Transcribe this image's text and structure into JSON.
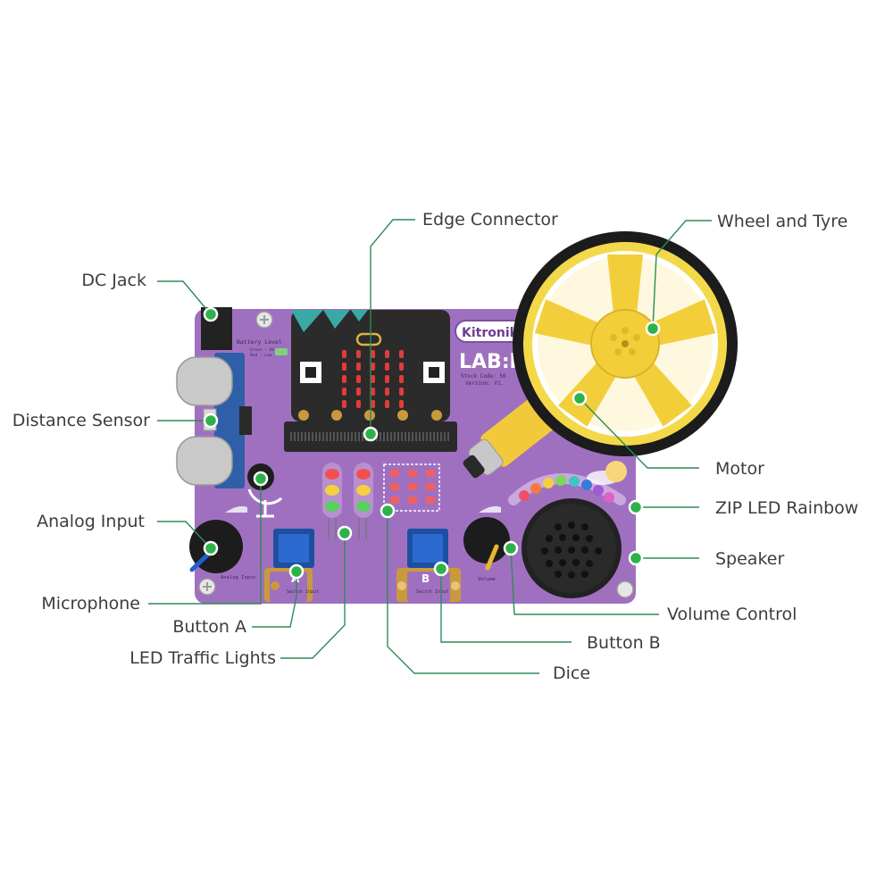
{
  "board": {
    "brand": "Kitronik",
    "name": "LAB:bit",
    "battery_level": "Battery Level",
    "battery_green": "Green : Ok",
    "battery_red": "Red : Low",
    "stock_code": "Stock Code: 56",
    "version": "Version: V1.",
    "analog_input_text": "Analog Input",
    "switch_input_text": "Switch Input",
    "volume_text": "Volume",
    "button_a_letter": "A",
    "button_b_letter": "B"
  },
  "colors": {
    "board": "#a070c0",
    "leader": "#2e8b57",
    "marker": "#2fb14a",
    "wheel": "#f2d23c",
    "tyre": "#1c1c1c"
  },
  "labels": {
    "dc_jack": "DC Jack",
    "distance_sensor": "Distance Sensor",
    "analog_input": "Analog Input",
    "microphone": "Microphone",
    "button_a": "Button A",
    "led_traffic_lights": "LED Traffic Lights",
    "edge_connector": "Edge Connector",
    "wheel_and_tyre": "Wheel and Tyre",
    "motor": "Motor",
    "zip_led_rainbow": "ZIP LED Rainbow",
    "speaker": "Speaker",
    "volume_control": "Volume Control",
    "button_b": "Button B",
    "dice": "Dice"
  }
}
